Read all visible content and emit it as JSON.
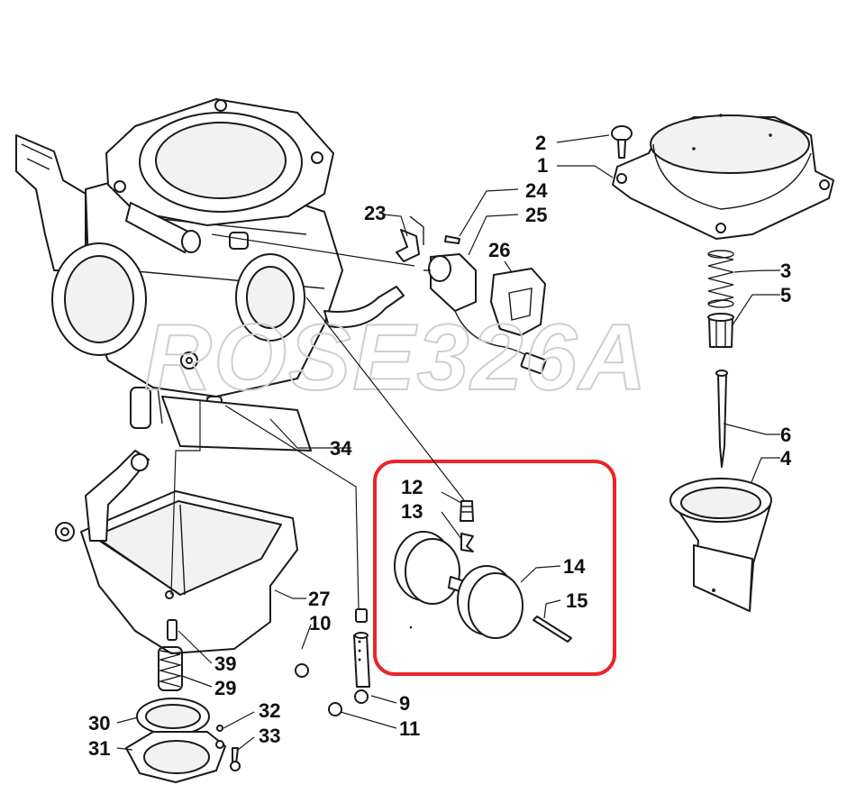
{
  "watermark": "ROSE326A",
  "highlight": {
    "color": "#e8262b"
  },
  "callouts": [
    {
      "id": "c1",
      "text": "1"
    },
    {
      "id": "c2",
      "text": "2"
    },
    {
      "id": "c3",
      "text": "3"
    },
    {
      "id": "c4",
      "text": "4"
    },
    {
      "id": "c5",
      "text": "5"
    },
    {
      "id": "c6",
      "text": "6"
    },
    {
      "id": "c9",
      "text": "9"
    },
    {
      "id": "c10",
      "text": "10"
    },
    {
      "id": "c11",
      "text": "11"
    },
    {
      "id": "c12",
      "text": "12"
    },
    {
      "id": "c13",
      "text": "13"
    },
    {
      "id": "c14",
      "text": "14"
    },
    {
      "id": "c15",
      "text": "15"
    },
    {
      "id": "c23",
      "text": "23"
    },
    {
      "id": "c24",
      "text": "24"
    },
    {
      "id": "c25",
      "text": "25"
    },
    {
      "id": "c26",
      "text": "26"
    },
    {
      "id": "c27",
      "text": "27"
    },
    {
      "id": "c29",
      "text": "29"
    },
    {
      "id": "c30",
      "text": "30"
    },
    {
      "id": "c31",
      "text": "31"
    },
    {
      "id": "c32",
      "text": "32"
    },
    {
      "id": "c33",
      "text": "33"
    },
    {
      "id": "c34",
      "text": "34"
    },
    {
      "id": "c39",
      "text": "39"
    }
  ]
}
